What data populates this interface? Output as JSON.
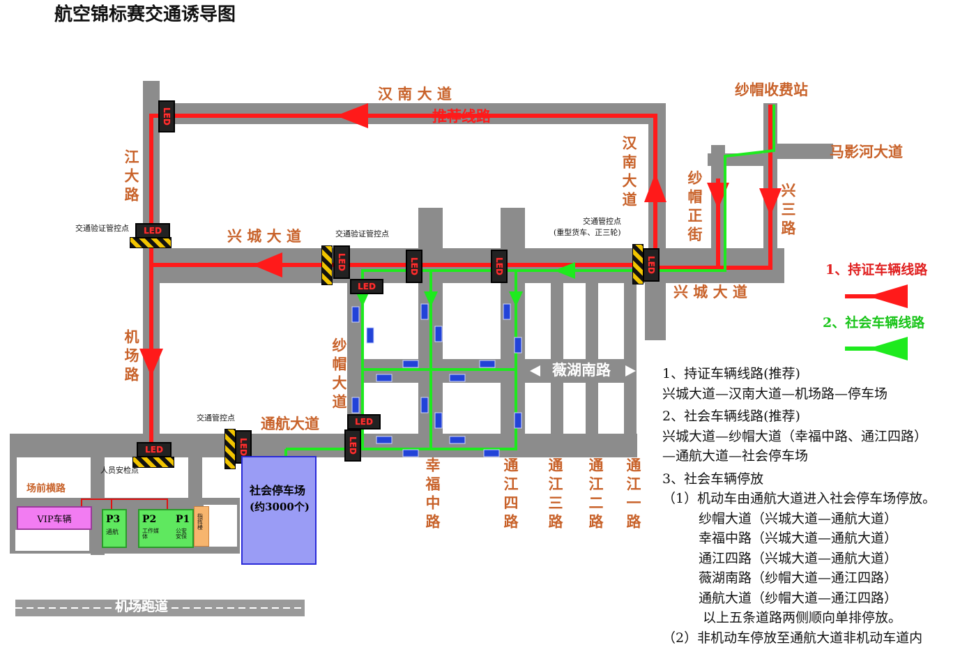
{
  "title": "航空锦标赛交通诱导图",
  "roads": {
    "hannan_top": "汉 南 大 道",
    "tuijian": "推荐线路",
    "hannan_vert": "汉南大道",
    "jiangda": "江大路",
    "jichang": "机场路",
    "xingcheng_left": "兴 城 大 道",
    "xingcheng_right": "兴 城 大 道",
    "shamao_zhengjie": "纱帽正街",
    "xingsan": "兴三路",
    "mayinghe": "马影河大道",
    "shamao_toll": "纱帽收费站",
    "shamao_dadao": "纱帽大道",
    "tonghang": "通航大道",
    "weihu_nan": "薇湖南路",
    "xingfu_zhong": "幸福中路",
    "tongjiang4": "通江四路",
    "tongjiang3": "通江三路",
    "tongjiang2": "通江二路",
    "tongjiang1": "通江一路",
    "changqian": "场前横路",
    "runway": "机场跑道"
  },
  "control_points": {
    "verify_left": "交通验证管控点",
    "verify_mid": "交通验证管控点",
    "control_right": "交通管控点",
    "control_right_note": "(重型货车、正三轮)",
    "control_bottom": "交通管控点",
    "personnel": "人员安检点"
  },
  "led": "LED",
  "lots": {
    "vip": "VIP车辆",
    "p3": "P3",
    "p3_sub": "通航",
    "p2": "P2",
    "p2_sub": "工作媒体",
    "p1": "P1",
    "p1_sub": "公安安保",
    "command": "指挥楼",
    "social": "社会停车场",
    "social_sub": "(约3000个)"
  },
  "legend": {
    "red": "1、持证车辆线路",
    "green": "2、社会车辆线路"
  },
  "notes": [
    "1、持证车辆线路(推荐)",
    "兴城大道—汉南大道—机场路—停车场",
    "2、社会车辆线路(推荐)",
    "兴城大道—纱帽大道（幸福中路、通江四路）",
    "—通航大道—社会停车场",
    "3、社会车辆停放",
    "（1）机动车由通航大道进入社会停车场停放。",
    "纱帽大道（兴城大道—通航大道）",
    "幸福中路（兴城大道—通航大道）",
    "通江四路（兴城大道—通航大道）",
    "薇湖南路（纱帽大道—通江四路）",
    "通航大道（纱帽大道—通江四路）",
    "以上五条道路两侧顺向单排停放。",
    "（2）非机动车停放至通航大道非机动车道内"
  ],
  "colors": {
    "road": "#8c8c8c",
    "red_route": "#ff1a1a",
    "green_route": "#1eea1e",
    "label": "#c8622a",
    "social_lot": "#9a9cf5"
  }
}
